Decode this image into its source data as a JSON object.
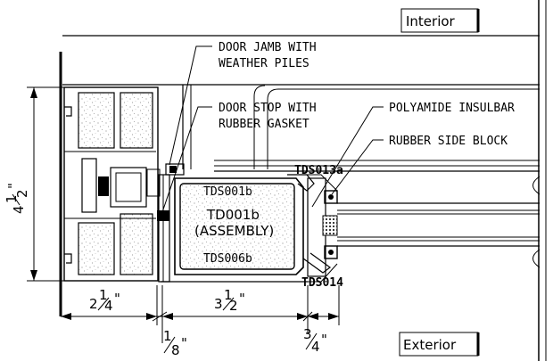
{
  "view_labels": {
    "interior": "Interior",
    "exterior": "Exterior"
  },
  "callouts": {
    "door_jamb_line1": "DOOR JAMB WITH",
    "door_jamb_line2": "WEATHER PILES",
    "door_stop_line1": "DOOR STOP WITH",
    "door_stop_line2": "RUBBER GASKET",
    "polyamide": "POLYAMIDE INSULBAR",
    "rubber_block": "RUBBER SIDE BLOCK"
  },
  "part_labels": {
    "tds013a": "TDS013a",
    "tds001b": "TDS001b",
    "td001b": "TD001b",
    "assembly": "(ASSEMBLY)",
    "tds006b": "TDS006b",
    "tds014": "TDS014"
  },
  "dimensions": {
    "height_whole": "4",
    "height_frac_num": "1",
    "height_frac_den": "2",
    "height_inch": "\"",
    "d1_whole": "2",
    "d1_frac_num": "1",
    "d1_frac_den": "4",
    "d1_inch": "\"",
    "d2_whole": "3",
    "d2_frac_num": "1",
    "d2_frac_den": "2",
    "d2_inch": "\"",
    "d3_num": "1",
    "d3_den": "8",
    "d3_inch": "\"",
    "d4_num": "3",
    "d4_den": "4",
    "d4_inch": "\""
  },
  "colors": {
    "line": "#000000",
    "gasket": "#000000",
    "fill_insulation": "#f2f2f2"
  }
}
